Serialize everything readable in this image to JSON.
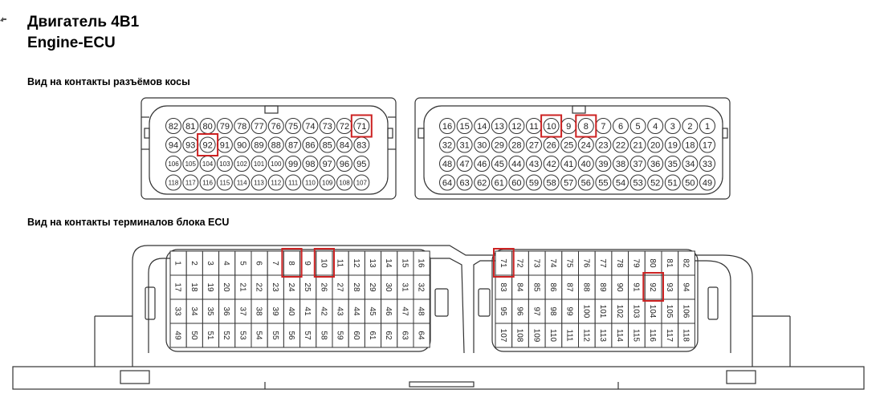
{
  "title": "Двигатель 4B1",
  "subtitle": "Engine-ECU",
  "harness_heading": "Вид на контакты разъёмов косы",
  "terminal_heading": "Вид на контакты терминалов блока ECU",
  "accent_color": "#cc2222",
  "highlighted_pins": [
    "8",
    "10",
    "71",
    "92"
  ],
  "harness_left_rows": [
    [
      "82",
      "81",
      "80",
      "79",
      "78",
      "77",
      "76",
      "75",
      "74",
      "73",
      "72",
      "71"
    ],
    [
      "94",
      "93",
      "92",
      "91",
      "90",
      "89",
      "88",
      "87",
      "86",
      "85",
      "84",
      "83"
    ],
    [
      "106",
      "105",
      "104",
      "103",
      "102",
      "101",
      "100",
      "99",
      "98",
      "97",
      "96",
      "95"
    ],
    [
      "118",
      "117",
      "116",
      "115",
      "114",
      "113",
      "112",
      "111",
      "110",
      "109",
      "108",
      "107"
    ]
  ],
  "harness_right_rows": [
    [
      "16",
      "15",
      "14",
      "13",
      "12",
      "11",
      "10",
      "9",
      "8",
      "7",
      "6",
      "5",
      "4",
      "3",
      "2",
      "1"
    ],
    [
      "32",
      "31",
      "30",
      "29",
      "28",
      "27",
      "26",
      "25",
      "24",
      "23",
      "22",
      "21",
      "20",
      "19",
      "18",
      "17"
    ],
    [
      "48",
      "47",
      "46",
      "45",
      "44",
      "43",
      "42",
      "41",
      "40",
      "39",
      "38",
      "37",
      "36",
      "35",
      "34",
      "33"
    ],
    [
      "64",
      "63",
      "62",
      "61",
      "60",
      "59",
      "58",
      "57",
      "56",
      "55",
      "54",
      "53",
      "52",
      "51",
      "50",
      "49"
    ]
  ],
  "terminal_left_rows": [
    [
      "1",
      "2",
      "3",
      "4",
      "5",
      "6",
      "7",
      "8",
      "9",
      "10",
      "11",
      "12",
      "13",
      "14",
      "15",
      "16"
    ],
    [
      "17",
      "18",
      "19",
      "20",
      "21",
      "22",
      "23",
      "24",
      "25",
      "26",
      "27",
      "28",
      "29",
      "30",
      "31",
      "32"
    ],
    [
      "33",
      "34",
      "35",
      "36",
      "37",
      "38",
      "39",
      "40",
      "41",
      "42",
      "43",
      "44",
      "45",
      "46",
      "47",
      "48"
    ],
    [
      "49",
      "50",
      "51",
      "52",
      "53",
      "54",
      "55",
      "56",
      "57",
      "58",
      "59",
      "60",
      "61",
      "62",
      "63",
      "64"
    ]
  ],
  "terminal_right_rows": [
    [
      "71",
      "72",
      "73",
      "74",
      "75",
      "76",
      "77",
      "78",
      "79",
      "80",
      "81",
      "82"
    ],
    [
      "83",
      "84",
      "85",
      "86",
      "87",
      "88",
      "89",
      "90",
      "91",
      "92",
      "93",
      "94"
    ],
    [
      "95",
      "96",
      "97",
      "98",
      "99",
      "100",
      "101",
      "102",
      "103",
      "104",
      "105",
      "106"
    ],
    [
      "107",
      "108",
      "109",
      "110",
      "111",
      "112",
      "113",
      "114",
      "115",
      "116",
      "117",
      "118"
    ]
  ]
}
